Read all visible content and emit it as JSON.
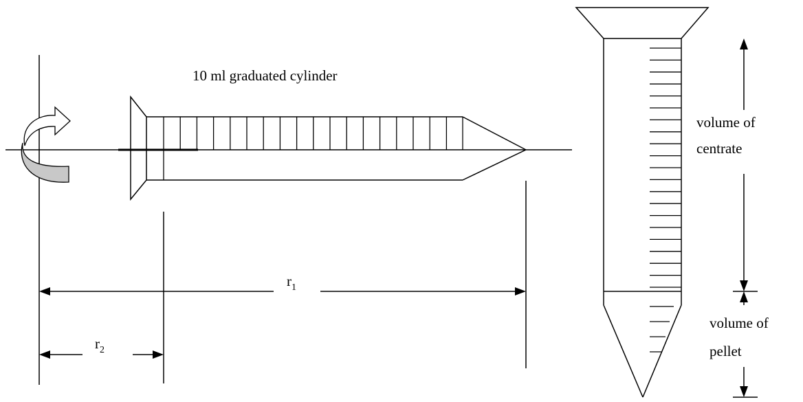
{
  "labels": {
    "cylinder_title": "10 ml graduated cylinder",
    "r1_symbol": "r",
    "r1_subscript": "1",
    "r2_symbol": "r",
    "r2_subscript": "2",
    "centrate_line1": "volume of",
    "centrate_line2": "centrate",
    "pellet_line1": "volume of",
    "pellet_line2": "pellet"
  },
  "colors": {
    "line": "#000000",
    "arrow_fill": "#ffffff",
    "arrow_shade": "#c8c8c8"
  }
}
